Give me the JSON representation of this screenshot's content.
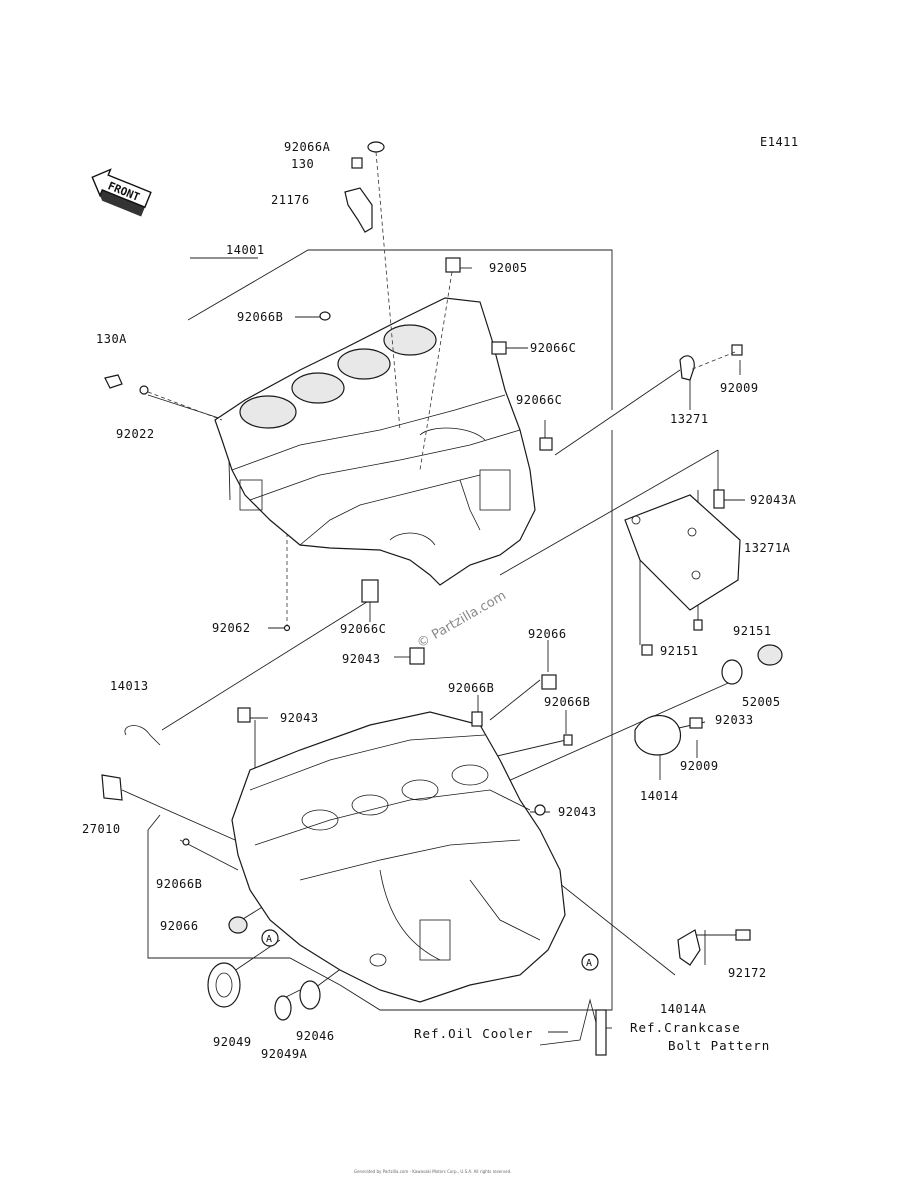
{
  "diagram_code": "E1411",
  "front_label": "FRONT",
  "watermark": "© Partzilla.com",
  "part_labels": [
    {
      "id": "92066A",
      "text": "92066A"
    },
    {
      "id": "130",
      "text": "130"
    },
    {
      "id": "21176",
      "text": "21176"
    },
    {
      "id": "14001",
      "text": "14001"
    },
    {
      "id": "92005",
      "text": "92005"
    },
    {
      "id": "92066B_a",
      "text": "92066B"
    },
    {
      "id": "92066C_a",
      "text": "92066C"
    },
    {
      "id": "130A",
      "text": "130A"
    },
    {
      "id": "92009_a",
      "text": "92009"
    },
    {
      "id": "92022",
      "text": "92022"
    },
    {
      "id": "13271",
      "text": "13271"
    },
    {
      "id": "92066C_b",
      "text": "92066C"
    },
    {
      "id": "92043A",
      "text": "92043A"
    },
    {
      "id": "13271A",
      "text": "13271A"
    },
    {
      "id": "92062",
      "text": "92062"
    },
    {
      "id": "92066C_c",
      "text": "92066C"
    },
    {
      "id": "92066_a",
      "text": "92066"
    },
    {
      "id": "92043_a",
      "text": "92043"
    },
    {
      "id": "92151_a",
      "text": "92151"
    },
    {
      "id": "92151_b",
      "text": "92151"
    },
    {
      "id": "14013",
      "text": "14013"
    },
    {
      "id": "92066B_b",
      "text": "92066B"
    },
    {
      "id": "52005",
      "text": "52005"
    },
    {
      "id": "92066B_c",
      "text": "92066B"
    },
    {
      "id": "92043_b",
      "text": "92043"
    },
    {
      "id": "92033",
      "text": "92033"
    },
    {
      "id": "92009_b",
      "text": "92009"
    },
    {
      "id": "14014",
      "text": "14014"
    },
    {
      "id": "92043_c",
      "text": "92043"
    },
    {
      "id": "27010",
      "text": "27010"
    },
    {
      "id": "92066B_d",
      "text": "92066B"
    },
    {
      "id": "92066_b",
      "text": "92066"
    },
    {
      "id": "92172",
      "text": "92172"
    },
    {
      "id": "14014A",
      "text": "14014A"
    },
    {
      "id": "92049",
      "text": "92049"
    },
    {
      "id": "92046",
      "text": "92046"
    },
    {
      "id": "92049A",
      "text": "92049A"
    }
  ],
  "refs": {
    "oil_cooler": "Ref.Oil Cooler",
    "crankcase_line1": "Ref.Crankcase",
    "crankcase_line2": "Bolt Pattern"
  },
  "markers": {
    "a1": "A",
    "a2": "A"
  },
  "footer": "Generated by Partzilla.com - Kawasaki Motors Corp., U.S.A. All rights reserved."
}
